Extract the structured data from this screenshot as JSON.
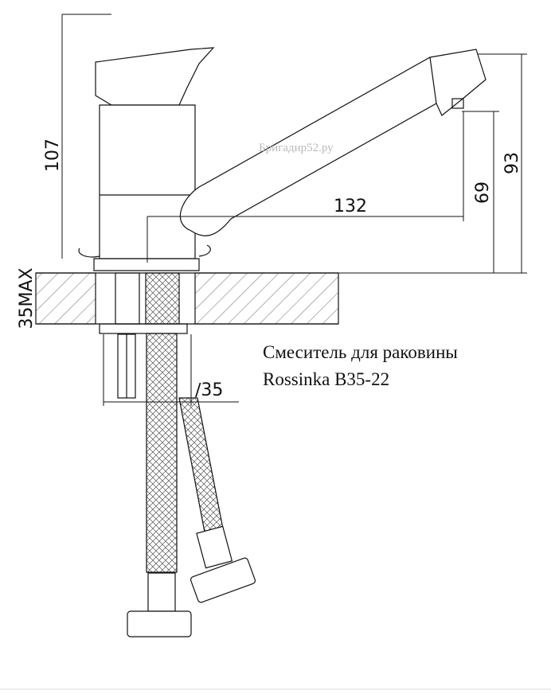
{
  "dimensions": {
    "height_total": "107",
    "height_spout": "93",
    "height_outlet": "69",
    "spout_reach": "132",
    "countertop_max": "35MAX",
    "hole_diameter": "∕35"
  },
  "caption": {
    "line1": "Смеситель для раковины",
    "line2": "Rossinka B35-22"
  },
  "watermark": "Бригадир52.ру"
}
